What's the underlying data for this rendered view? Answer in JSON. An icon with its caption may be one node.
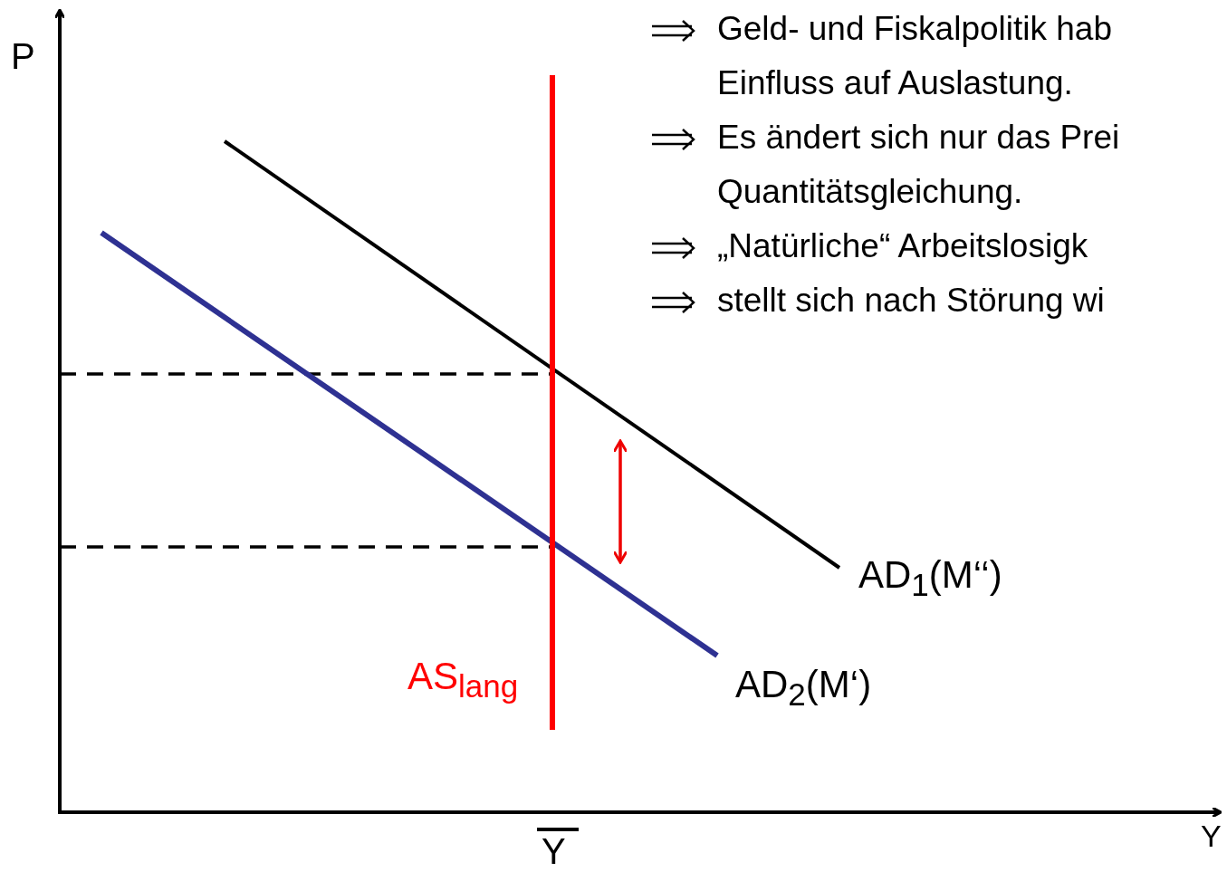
{
  "diagram": {
    "labels": [
      "Geld- und Fiskalpolitik hab Einfluss auf Auslastung.",
      "Es ändert sich nur das Prei Quantitätsgleichung.",
      "„Natürliche“ Arbeitslosigk",
      "stellt sich nach Störung wi",
      "P",
      "AS$_{lang}$",
      "AD$_{1}$(M‘‘)",
      "AD$_{2}$(M‘)",
      "Y",
      "Y"
    ]
  }
}
